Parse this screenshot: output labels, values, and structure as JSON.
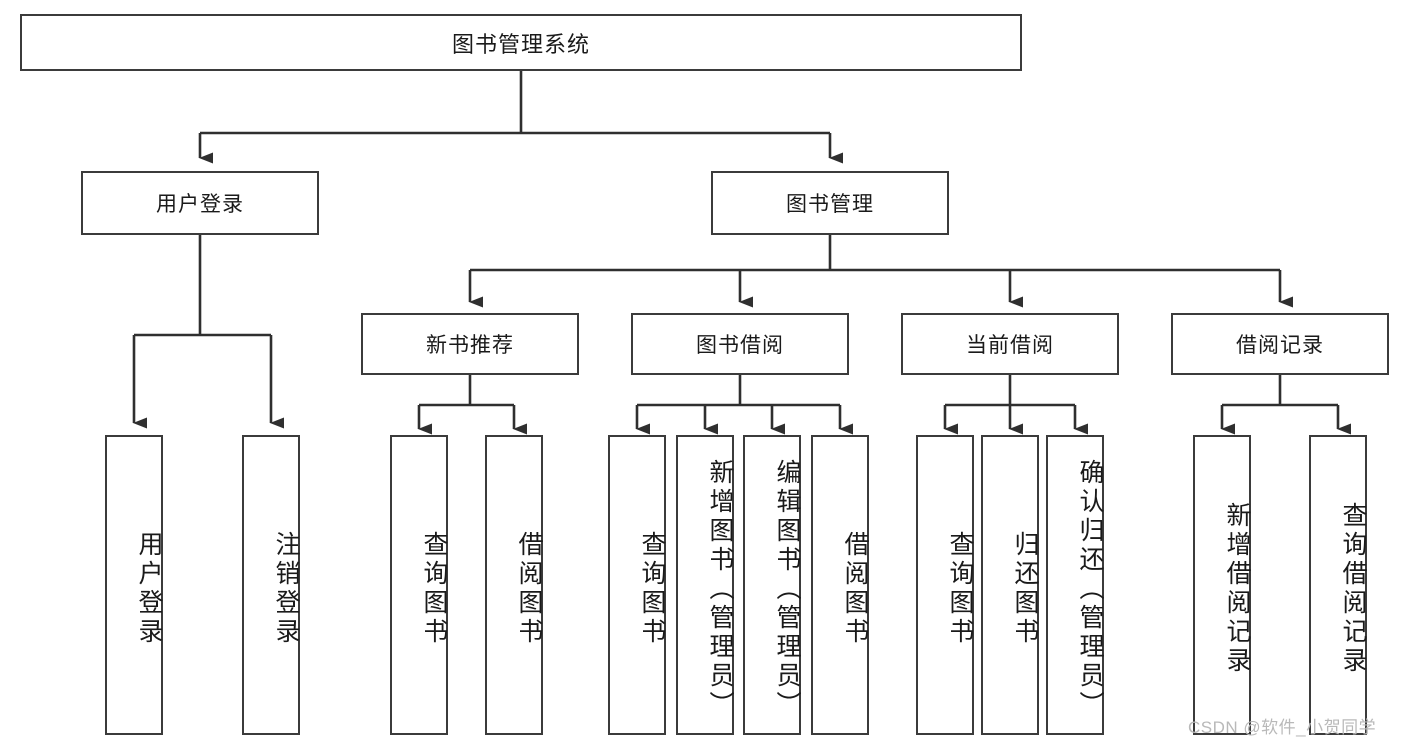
{
  "diagram": {
    "type": "tree",
    "title": "图书管理系统",
    "root": {
      "label": "图书管理系统"
    },
    "level1": [
      {
        "label": "用户登录"
      },
      {
        "label": "图书管理"
      }
    ],
    "level2": [
      {
        "label": "新书推荐"
      },
      {
        "label": "图书借阅"
      },
      {
        "label": "当前借阅"
      },
      {
        "label": "借阅记录"
      }
    ],
    "leaves": {
      "user_login": [
        {
          "label": "用户登录"
        },
        {
          "label": "注销登录"
        }
      ],
      "new_book_recommend": [
        {
          "label": "查询图书"
        },
        {
          "label": "借阅图书"
        }
      ],
      "book_borrow": [
        {
          "label": "查询图书"
        },
        {
          "label": "新增图书（管理员）"
        },
        {
          "label": "编辑图书（管理员）"
        },
        {
          "label": "借阅图书"
        }
      ],
      "current_borrow": [
        {
          "label": "查询图书"
        },
        {
          "label": "归还图书"
        },
        {
          "label": "确认归还（管理员）"
        }
      ],
      "borrow_record": [
        {
          "label": "新增借阅记录"
        },
        {
          "label": "查询借阅记录"
        }
      ]
    }
  },
  "watermark": {
    "text": "CSDN @软件_小贺同学"
  },
  "colors": {
    "border": "#3b3b3b",
    "background": "#ffffff",
    "text": "#1a1a1a",
    "watermark": "#b9b9b9"
  }
}
